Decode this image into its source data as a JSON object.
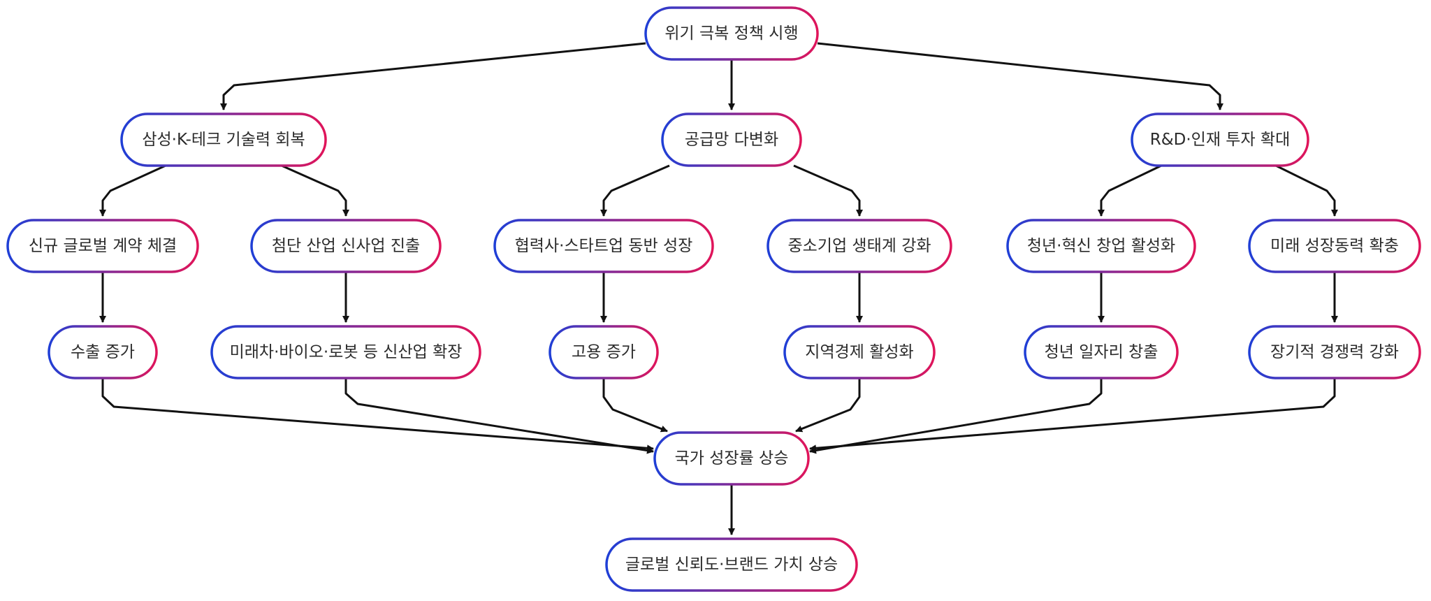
{
  "diagram": {
    "colors": {
      "border_start": "#1f3fd6",
      "border_end": "#e0145a",
      "edge": "#111111",
      "text": "#2b2b2b",
      "fill": "#ffffff"
    },
    "nodes": [
      {
        "id": "crisis-policy",
        "label": "위기 극복 정책 시행"
      },
      {
        "id": "samsung-tech-recovery",
        "label": "삼성·K-테크 기술력 회복"
      },
      {
        "id": "supply-chain-diversification",
        "label": "공급망 다변화"
      },
      {
        "id": "rnd-investment",
        "label": "R&D·인재 투자 확대"
      },
      {
        "id": "global-contracts",
        "label": "신규 글로벌 계약 체결"
      },
      {
        "id": "advanced-industry",
        "label": "첨단 산업 신사업 진출"
      },
      {
        "id": "partner-startup-growth",
        "label": "협력사·스타트업 동반 성장"
      },
      {
        "id": "sme-ecosystem",
        "label": "중소기업 생태계 강화"
      },
      {
        "id": "youth-startup",
        "label": "청년·혁신 창업 활성화"
      },
      {
        "id": "future-growth-engine",
        "label": "미래 성장동력 확충"
      },
      {
        "id": "export-increase",
        "label": "수출 증가"
      },
      {
        "id": "new-industry-expansion",
        "label": "미래차·바이오·로봇 등 신산업 확장"
      },
      {
        "id": "employment-increase",
        "label": "고용 증가"
      },
      {
        "id": "regional-economy",
        "label": "지역경제 활성화"
      },
      {
        "id": "youth-jobs",
        "label": "청년 일자리 창출"
      },
      {
        "id": "long-term-competitiveness",
        "label": "장기적 경쟁력 강화"
      },
      {
        "id": "national-growth",
        "label": "국가 성장률 상승"
      },
      {
        "id": "global-trust-brand",
        "label": "글로벌 신뢰도·브랜드 가치 상승"
      }
    ],
    "edges": [
      {
        "from": "crisis-policy",
        "to": "samsung-tech-recovery"
      },
      {
        "from": "crisis-policy",
        "to": "supply-chain-diversification"
      },
      {
        "from": "crisis-policy",
        "to": "rnd-investment"
      },
      {
        "from": "samsung-tech-recovery",
        "to": "global-contracts"
      },
      {
        "from": "samsung-tech-recovery",
        "to": "advanced-industry"
      },
      {
        "from": "supply-chain-diversification",
        "to": "partner-startup-growth"
      },
      {
        "from": "supply-chain-diversification",
        "to": "sme-ecosystem"
      },
      {
        "from": "rnd-investment",
        "to": "youth-startup"
      },
      {
        "from": "rnd-investment",
        "to": "future-growth-engine"
      },
      {
        "from": "global-contracts",
        "to": "export-increase"
      },
      {
        "from": "advanced-industry",
        "to": "new-industry-expansion"
      },
      {
        "from": "partner-startup-growth",
        "to": "employment-increase"
      },
      {
        "from": "sme-ecosystem",
        "to": "regional-economy"
      },
      {
        "from": "youth-startup",
        "to": "youth-jobs"
      },
      {
        "from": "future-growth-engine",
        "to": "long-term-competitiveness"
      },
      {
        "from": "export-increase",
        "to": "national-growth"
      },
      {
        "from": "new-industry-expansion",
        "to": "national-growth"
      },
      {
        "from": "employment-increase",
        "to": "national-growth"
      },
      {
        "from": "regional-economy",
        "to": "national-growth"
      },
      {
        "from": "youth-jobs",
        "to": "national-growth"
      },
      {
        "from": "long-term-competitiveness",
        "to": "national-growth"
      },
      {
        "from": "national-growth",
        "to": "global-trust-brand"
      }
    ]
  }
}
